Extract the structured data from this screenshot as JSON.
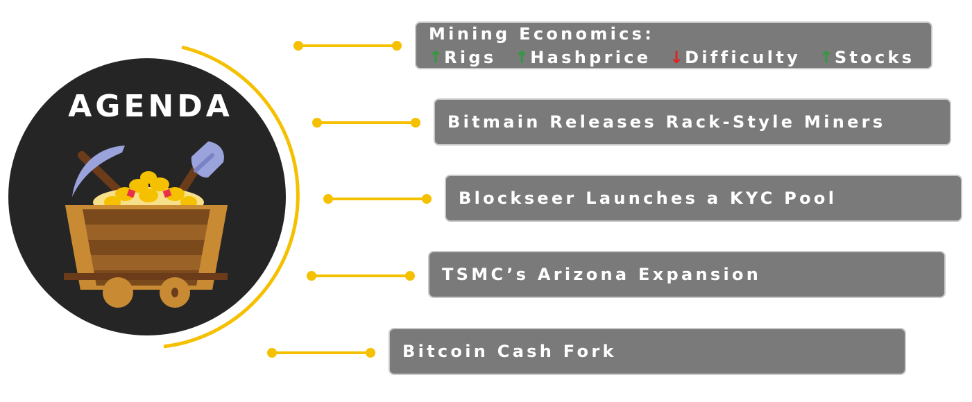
{
  "title": "AGENDA",
  "colors": {
    "accent": "#f5c000",
    "circle": "#252525",
    "box_bg": "#7a7a7a",
    "box_border": "#c8c8c8",
    "up": "#2e9b3a",
    "down": "#e52020"
  },
  "items": [
    {
      "heading": "Mining Economics:",
      "indicators": [
        {
          "label": "Rigs",
          "direction": "up",
          "arrow": "↑"
        },
        {
          "label": "Hashprice",
          "direction": "up",
          "arrow": "↑"
        },
        {
          "label": "Difficulty",
          "direction": "down",
          "arrow": "↓"
        },
        {
          "label": "Stocks",
          "direction": "up",
          "arrow": "↑"
        }
      ]
    },
    {
      "label": "Bitmain Releases Rack-Style Miners"
    },
    {
      "label": "Blockseer Launches a KYC Pool"
    },
    {
      "label": "TSMC’s Arizona Expansion"
    },
    {
      "label": "Bitcoin Cash Fork"
    }
  ],
  "icons": {
    "logo": "mining-cart-icon",
    "pickaxe": "pickaxe-icon",
    "shovel": "shovel-icon"
  }
}
